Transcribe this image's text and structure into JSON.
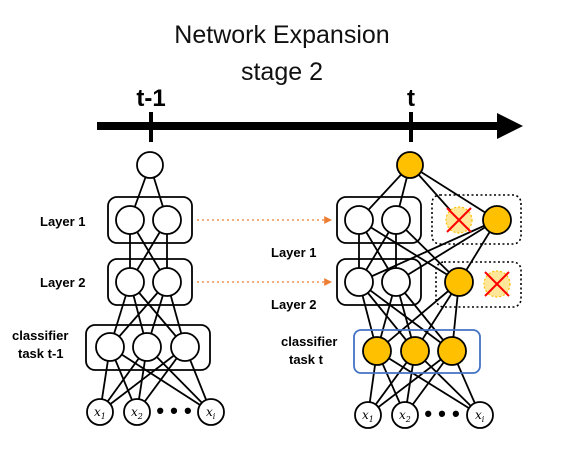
{
  "title_line1": "Network Expansion",
  "title_line2": "stage 2",
  "timeline": {
    "left_tick": "t-1",
    "right_tick": "t"
  },
  "left_network": {
    "layer1_label": "Layer 1",
    "layer2_label": "Layer 2",
    "classifier_label_line1": "classifier",
    "classifier_label_line2": "task t-1"
  },
  "right_network": {
    "layer1_label": "Layer 1",
    "layer2_label": "Layer 2",
    "classifier_label_line1": "classifier",
    "classifier_label_line2": "task t"
  },
  "inputs": {
    "symbol": "x",
    "sub1": "1",
    "sub2": "2",
    "subi": "i",
    "ellipsis": "• • •"
  },
  "colors": {
    "new_node": "#FFC000",
    "pruned_node": "#FFE699",
    "prune_mark": "#FF0000",
    "classifier_box": "#4472C4",
    "arrow": "#ED7D31"
  }
}
